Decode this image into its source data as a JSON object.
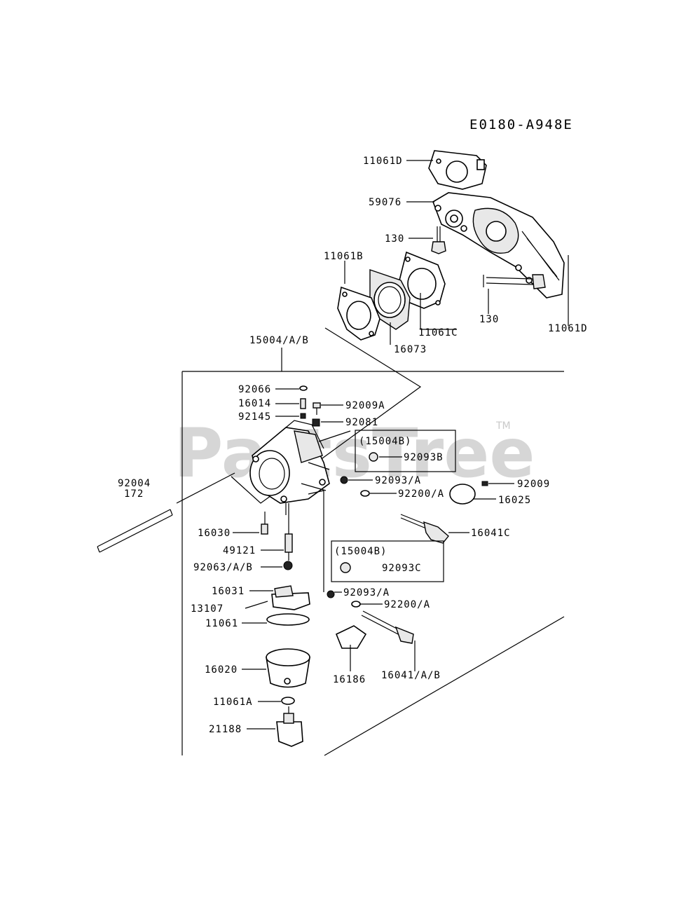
{
  "diagram_code": "E0180-A948E",
  "watermark": {
    "text": "PartsTree",
    "trademark": "TM"
  },
  "labels": {
    "p11061D_top": "11061D",
    "p59076": "59076",
    "p130_a": "130",
    "p11061B": "11061B",
    "p130_b": "130",
    "p11061D_right": "11061D",
    "p11061C": "11061C",
    "p16073": "16073",
    "p15004AB": "15004/A/B",
    "p92066": "92066",
    "p16014": "16014",
    "p92009A": "92009A",
    "p92145": "92145",
    "p92081": "92081",
    "box1_title": "(15004B)",
    "p92093B": "92093B",
    "p92004": "92004",
    "p172": "172",
    "p92093A_1": "92093/A",
    "p92009": "92009",
    "p92200A_1": "92200/A",
    "p16025": "16025",
    "p16041C": "16041C",
    "p16030": "16030",
    "p49121": "49121",
    "box2_title": "(15004B)",
    "p92093C": "92093C",
    "p92063AB": "92063/A/B",
    "p16031": "16031",
    "p92093A_2": "92093/A",
    "p13107": "13107",
    "p92200A_2": "92200/A",
    "p11061": "11061",
    "p16020": "16020",
    "p16186": "16186",
    "p16041AB": "16041/A/B",
    "p11061A": "11061A",
    "p21188": "21188"
  },
  "colors": {
    "ink": "#000000",
    "watermark": "#c9c9c9",
    "background": "#ffffff"
  }
}
